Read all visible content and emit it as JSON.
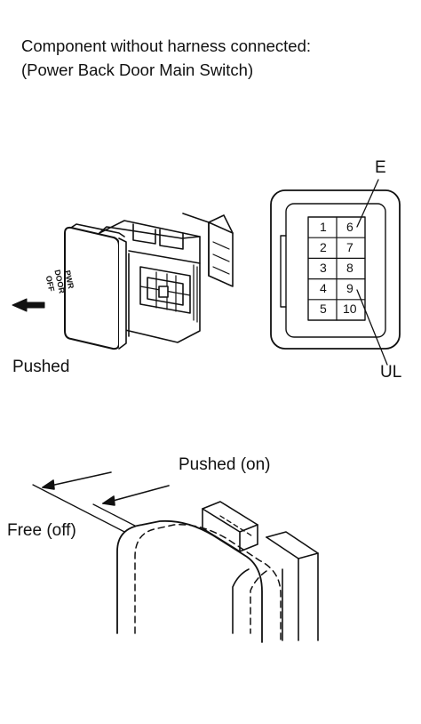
{
  "caption": {
    "line1": "Component without harness connected:",
    "line2": "(Power Back Door Main Switch)"
  },
  "switch_face_text": [
    "PWR",
    "DOOR",
    "OFF"
  ],
  "labels": {
    "pushed": "Pushed",
    "terminal_e": "E",
    "terminal_ul": "UL",
    "pushed_on": "Pushed (on)",
    "free_off": "Free (off)"
  },
  "connector_pins": {
    "left": [
      "1",
      "2",
      "3",
      "4",
      "5"
    ],
    "right": [
      "6",
      "7",
      "8",
      "9",
      "10"
    ]
  }
}
